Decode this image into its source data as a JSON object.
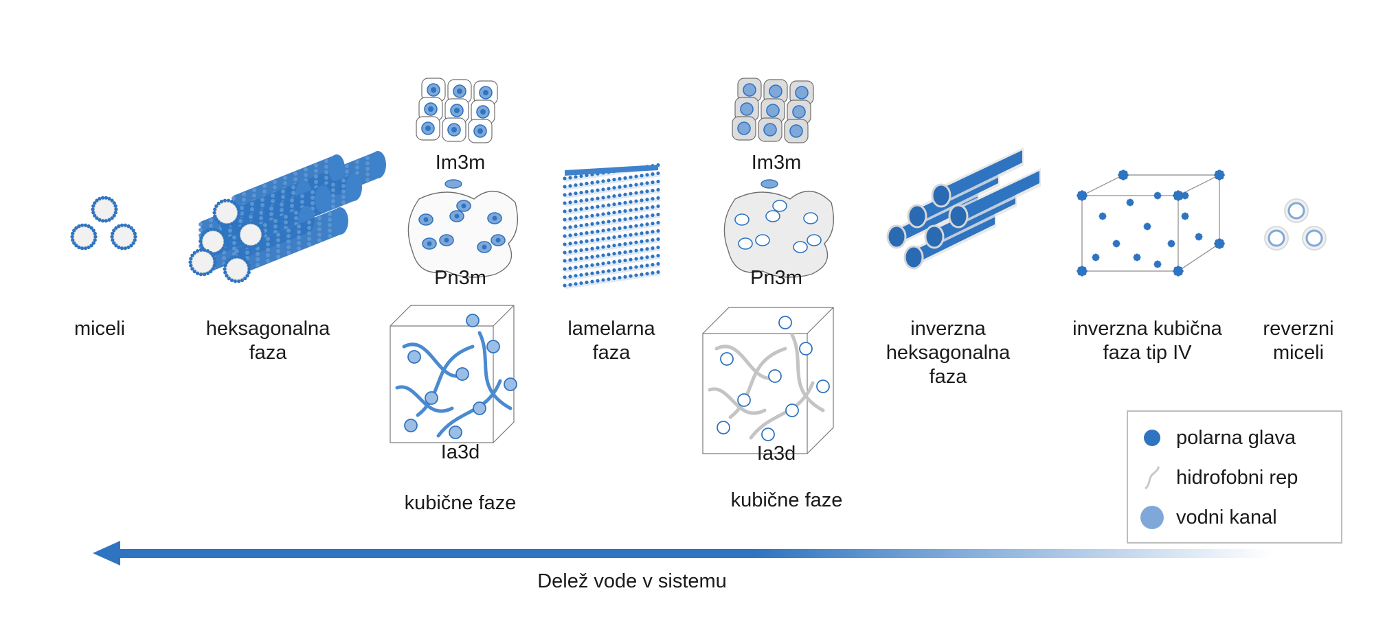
{
  "phases": {
    "micelles": {
      "label": "miceli"
    },
    "hexagonal": {
      "line1": "heksagonalna",
      "line2": "faza"
    },
    "cubic_left": {
      "im3m": "Im3m",
      "pn3m": "Pn3m",
      "ia3d": "Ia3d",
      "group": "kubične faze"
    },
    "lamellar": {
      "line1": "lamelarna",
      "line2": "faza"
    },
    "cubic_right": {
      "im3m": "Im3m",
      "pn3m": "Pn3m",
      "ia3d": "Ia3d",
      "group": "kubične faze"
    },
    "inverse_hexagonal": {
      "line1": "inverzna",
      "line2": "heksagonalna",
      "line3": "faza"
    },
    "inverse_cubic": {
      "line1": "inverzna kubična",
      "line2": "faza tip IV"
    },
    "reverse_micelles": {
      "line1": "reverzni",
      "line2": "miceli"
    }
  },
  "legend": {
    "head": "polarna glava",
    "tail": "hidrofobni rep",
    "channel": "vodni kanal"
  },
  "axis": {
    "label": "Delež vode v sistemu",
    "direction": "left"
  },
  "colors": {
    "head": "#2f74c0",
    "channel": "#7fa8d9",
    "tail": "#c8c8c8",
    "outline": "#6f6f6f"
  }
}
